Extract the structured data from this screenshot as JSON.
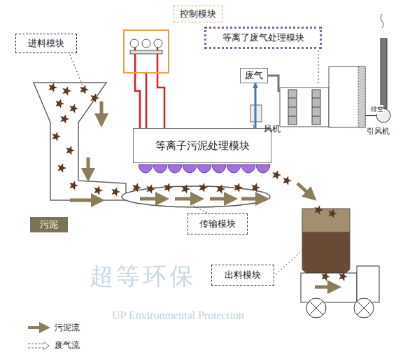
{
  "diagram": {
    "nodes": [
      {
        "text": [
          "进料模块"
        ]
      },
      {
        "text": [
          "控制模块"
        ]
      },
      {
        "text": [
          "等离了废气处理模块"
        ]
      },
      {
        "text": [
          "废气"
        ]
      },
      {
        "text": [
          "等离子污泥处理模块"
        ]
      },
      {
        "text": [
          "污泥"
        ]
      },
      {
        "text": [
          "传输模块"
        ]
      },
      {
        "text": [
          "出料模块"
        ]
      }
    ],
    "edges": [
      {
        "from": 1,
        "to": 4,
        "arrow": "none"
      },
      {
        "from": 4,
        "to": 3,
        "arrow": "to"
      }
    ],
    "labels": [
      "风机",
      "排空",
      "引风机",
      "超等环保",
      "UP Environmental Protection"
    ],
    "legend": [
      {
        "text": "污泥流"
      },
      {
        "text": "废气流"
      }
    ]
  }
}
